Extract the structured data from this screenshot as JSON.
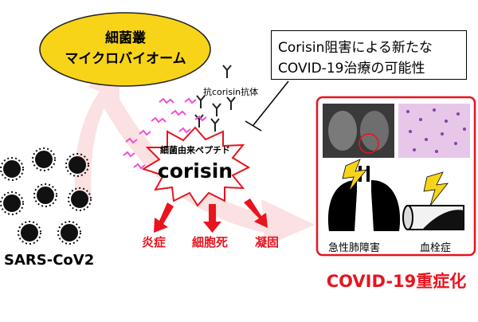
{
  "microbiome": {
    "line1": "細菌叢",
    "line2": "マイクロバイオーム"
  },
  "antibody": {
    "label": "抗corisin抗体"
  },
  "title_box": {
    "line1": "Corisin阻害による新たな",
    "line2": "COVID-19治療の可能性"
  },
  "peptide": {
    "label": "細菌由来ペプチド",
    "name": "corisin"
  },
  "effects": [
    "炎症",
    "細胞死",
    "凝固"
  ],
  "virus": {
    "label": "SARS-CoV2"
  },
  "pathology": {
    "lung_label": "急性肺障害",
    "vessel_label": "血栓症"
  },
  "outcome": {
    "label": "COVID-19重症化"
  },
  "colors": {
    "microbiome_fill": "#f7d417",
    "accent_red": "#e8141e",
    "bg_arrow": "#fbe1e1",
    "virus": "#111111",
    "peptide_strand": "#ee4fd0"
  }
}
